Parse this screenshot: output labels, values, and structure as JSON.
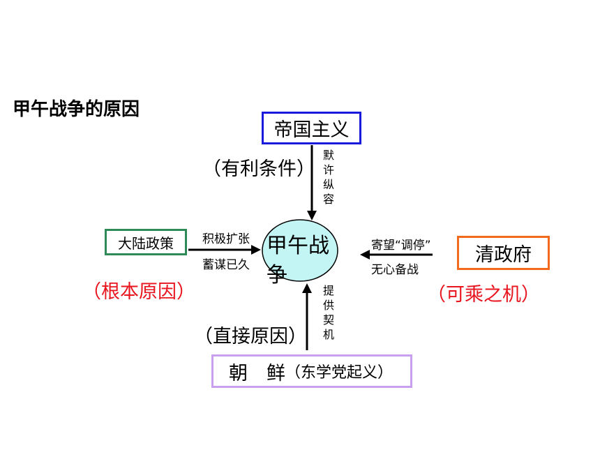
{
  "title": "甲午战争的原因",
  "center": {
    "label": "甲午战争",
    "fill": "#c4f5f5"
  },
  "nodes": {
    "top": {
      "label": "帝国主义",
      "color": "#1a1adc"
    },
    "left": {
      "label": "大陆政策",
      "color": "#2e8b57"
    },
    "right": {
      "label": "清政府",
      "color": "#f26a1b"
    },
    "bottom": {
      "label_main": "朝　鲜",
      "label_sub": "（东学党起义）",
      "color": "#c8a0ee"
    }
  },
  "notes": {
    "top": "（有利条件）",
    "left": "（根本原因）",
    "right": "（可乘之机）",
    "bottom": "（直接原因）"
  },
  "edge_labels": {
    "top": "默许纵容",
    "bottom": "提供契机",
    "left_1": "积极扩张",
    "left_2": "蓄谋已久",
    "right_1": "寄望“调停”",
    "right_2": "无心备战"
  },
  "colors": {
    "red_note": "#e8141e",
    "arrow": "#000000"
  }
}
